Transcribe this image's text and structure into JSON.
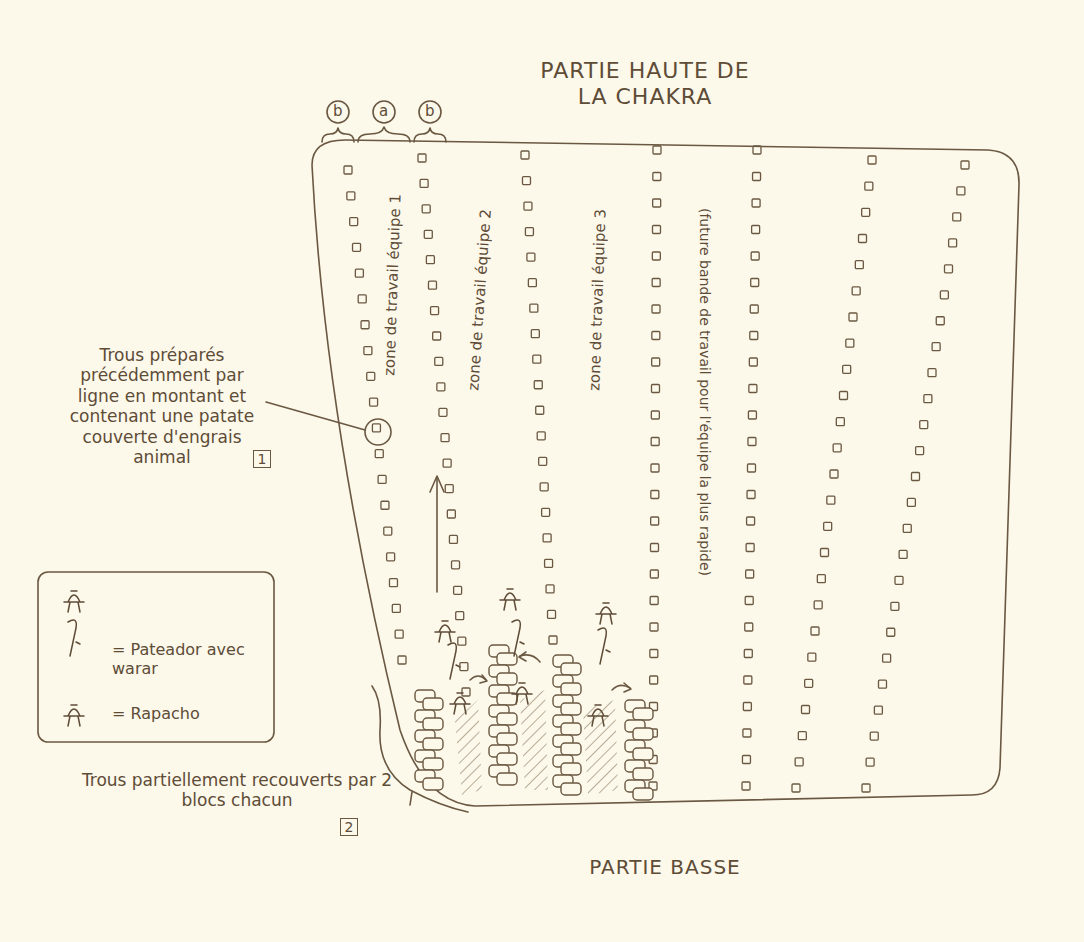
{
  "diagram": {
    "labels": [
      "PARTIE HAUTE DE LA CHAKRA",
      "b",
      "a",
      "b",
      "zone de travail équipe 1",
      "zone de travail équipe 2",
      "zone de travail équipe 3",
      "(future bande de travail pour l'équipe la plus rapide)",
      "Trous préparés précédemment par ligne en montant et contenant une patate couverte d'engrais animal",
      "1",
      "Trous partiellement recouverts par 2 blocs chacun",
      "2",
      "PARTIE BASSE"
    ],
    "legend": [
      {
        "text": "= Pateador avec warar"
      },
      {
        "text": "= Rapacho"
      }
    ]
  }
}
